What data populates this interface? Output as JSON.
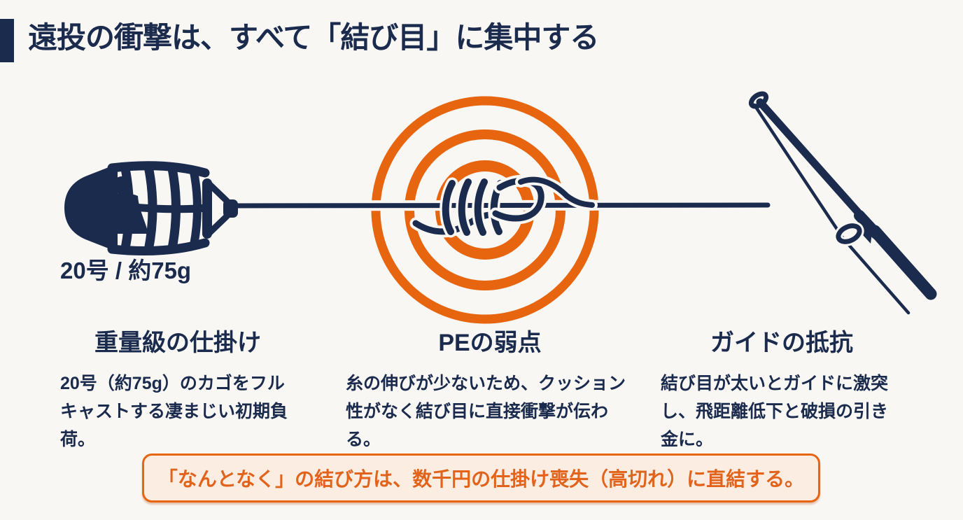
{
  "colors": {
    "bg": "#F8F7F4",
    "navy": "#1B2B4D",
    "orange": "#E8650F",
    "callout_bg": "#FBEDE1",
    "callout_text": "#E2641C"
  },
  "header": {
    "title": "遠投の衝撃は、すべて「結び目」に集中する"
  },
  "diagram": {
    "weight_label": "20号 / 約75g",
    "icons": [
      "cage-with-weight-icon",
      "knot-impact-target-icon",
      "rod-tip-with-guides-icon"
    ]
  },
  "columns": [
    {
      "heading": "重量級の仕掛け",
      "body": "20号（約75g）のカゴをフルキャストする凄まじい初期負荷。"
    },
    {
      "heading": "PEの弱点",
      "body": "糸の伸びが少ないため、クッション性がなく結び目に直接衝撃が伝わる。"
    },
    {
      "heading": "ガイドの抵抗",
      "body": "結び目が太いとガイドに激突し、飛距離低下と破損の引き金に。"
    }
  ],
  "callout": {
    "text": "「なんとなく」の結び方は、数千円の仕掛け喪失（高切れ）に直結する。"
  }
}
